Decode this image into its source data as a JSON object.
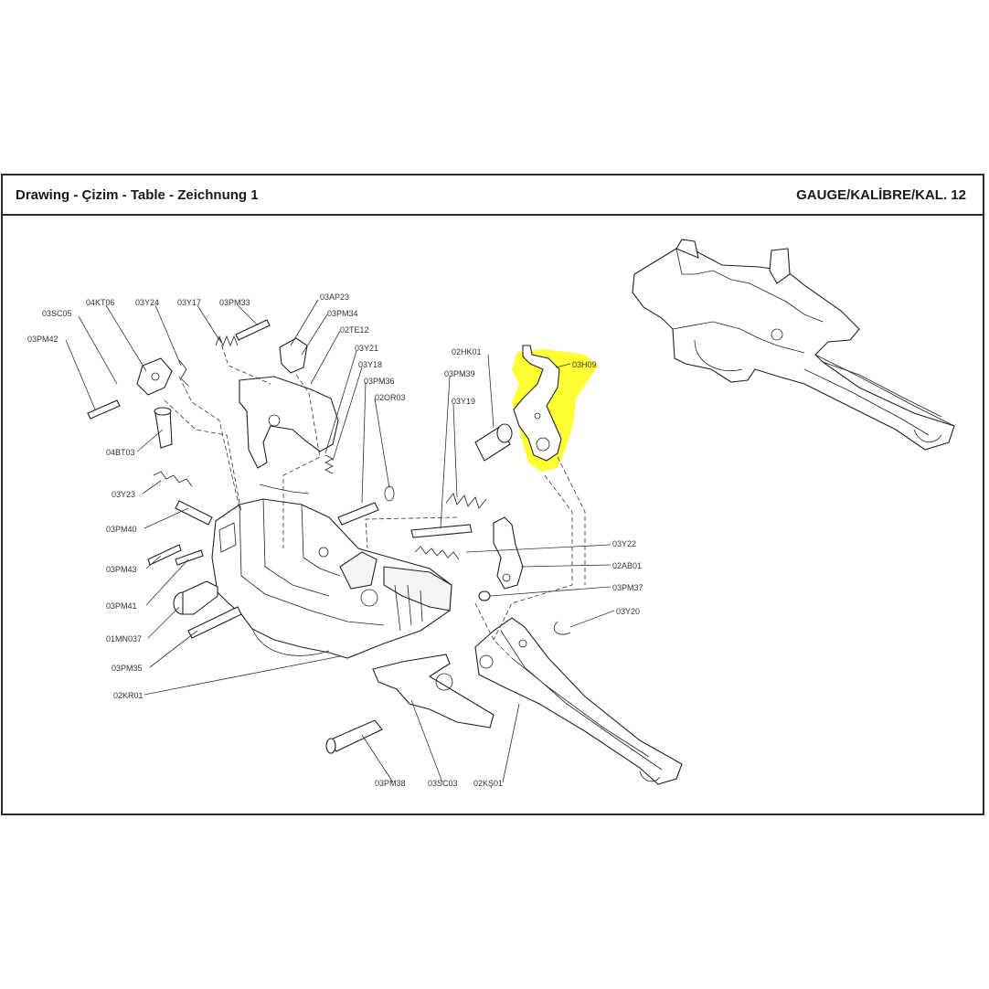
{
  "header": {
    "title": "Drawing - Çizim - Table - Zeichnung  1",
    "gauge": "GAUGE/KALİBRE/KAL. 12"
  },
  "highlight_color": "#ffff33",
  "labels": {
    "l03SC05": "03SC05",
    "l04KT06": "04KT06",
    "l03Y24": "03Y24",
    "l03Y17": "03Y17",
    "l03PM33": "03PM33",
    "l03AP23": "03AP23",
    "l03PM34": "03PM34",
    "l02TE12": "02TE12",
    "l03Y21": "03Y21",
    "l03Y18": "03Y18",
    "l03PM36": "03PM36",
    "l02OR03": "02OR03",
    "l03PM42": "03PM42",
    "l04BT03": "04BT03",
    "l03Y23": "03Y23",
    "l03PM40": "03PM40",
    "l03PM43": "03PM43",
    "l03PM41": "03PM41",
    "l01MN037": "01MN037",
    "l03PM35": "03PM35",
    "l02KR01": "02KR01",
    "l02HK01": "02HK01",
    "l03PM39": "03PM39",
    "l03Y19": "03Y19",
    "l03H09": "03H09",
    "l03Y22": "03Y22",
    "l02AB01": "02AB01",
    "l03PM37": "03PM37",
    "l03Y20": "03Y20",
    "l03PM38": "03PM38",
    "l03SC03": "03SC03",
    "l02KS01": "02KŞ01"
  }
}
